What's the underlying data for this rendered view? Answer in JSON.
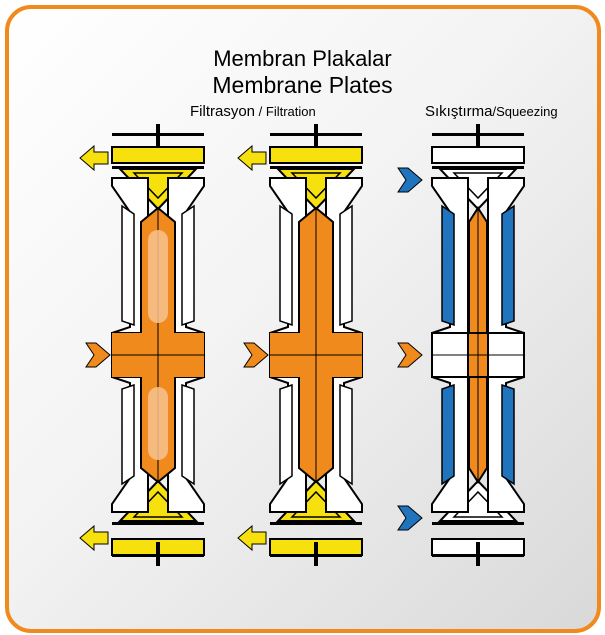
{
  "title_tr": "Membran Plakalar",
  "title_en": "Membrane Plates",
  "label_filtration_tr": "Filtrasyon",
  "label_filtration_en": "/ Filtration",
  "label_squeezing_tr": "Sıkıştırma",
  "label_squeezing_en": "/Squeezing",
  "colors": {
    "border": "#f08a1c",
    "filtrate": "#f08a1c",
    "drain": "#f6e10e",
    "squeeze_medium": "#1f74bd",
    "line": "#000000"
  }
}
